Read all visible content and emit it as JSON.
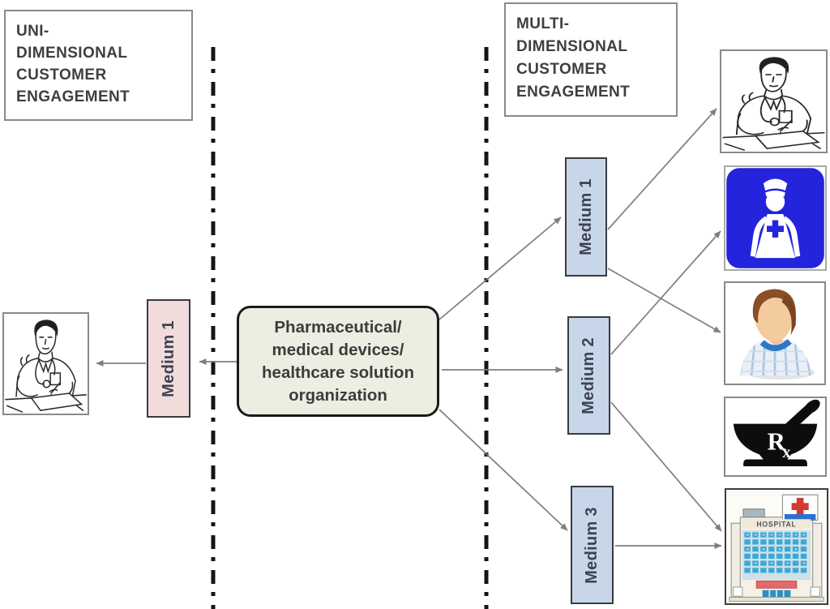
{
  "sections": {
    "uni": {
      "label": "UNI-\nDIMENSIONAL\nCUSTOMER\nENGAGEMENT"
    },
    "multi": {
      "label": "MULTI-\nDIMENSIONAL\nCUSTOMER\nENGAGEMENT"
    }
  },
  "organization": {
    "label": "Pharmaceutical/\nmedical devices/\nhealthcare solution\norganization"
  },
  "mediums": {
    "left": [
      {
        "label": "Medium 1"
      }
    ],
    "right": [
      {
        "label": "Medium 1"
      },
      {
        "label": "Medium 2"
      },
      {
        "label": "Medium 3"
      }
    ]
  },
  "stakeholder_icons": [
    "physician-left-icon",
    "physician-right-icon",
    "nurse-icon",
    "patient-icon",
    "pharmacy-icon",
    "hospital-icon"
  ],
  "hospital": {
    "sign": "HOSPITAL"
  },
  "pharmacy": {
    "symbol_r": "R",
    "symbol_x": "x"
  },
  "connections": [
    {
      "from": "organization",
      "to": "left-medium-1"
    },
    {
      "from": "left-medium-1",
      "to": "physician-left"
    },
    {
      "from": "organization",
      "to": "right-medium-1"
    },
    {
      "from": "organization",
      "to": "right-medium-2"
    },
    {
      "from": "organization",
      "to": "right-medium-3"
    },
    {
      "from": "right-medium-1",
      "to": "physician-right"
    },
    {
      "from": "right-medium-1",
      "to": "patient"
    },
    {
      "from": "right-medium-2",
      "to": "nurse"
    },
    {
      "from": "right-medium-2",
      "to": "hospital"
    },
    {
      "from": "right-medium-3",
      "to": "hospital"
    }
  ],
  "colors": {
    "medium_left_fill": "#f2dcdb",
    "medium_right_fill": "#c7d7e9",
    "organization_fill": "#eeede1",
    "arrow_gray": "#7f7f7f",
    "divider_black": "#151515",
    "nurse_blue": "#2424dc",
    "hospital_window_blue": "#3aa9da",
    "cross_red": "#d43a34"
  }
}
